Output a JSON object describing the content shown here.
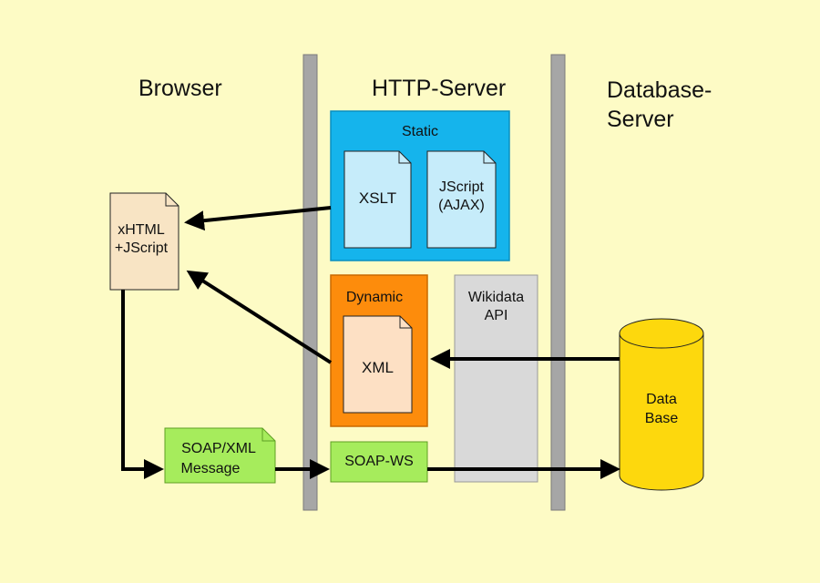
{
  "columns": {
    "browser": "Browser",
    "http_server": "HTTP-Server",
    "database_server_line1": "Database-",
    "database_server_line2": "Server"
  },
  "static_box": {
    "title": "Static",
    "xslt": "XSLT",
    "jscript_line1": "JScript",
    "jscript_line2": "(AJAX)"
  },
  "dynamic_box": {
    "title": "Dynamic",
    "xml": "XML"
  },
  "wikidata": {
    "line1": "Wikidata",
    "line2": "API"
  },
  "browser_doc": {
    "line1": "xHTML",
    "line2": "+JScript"
  },
  "soap_message": {
    "line1": "SOAP/XML",
    "line2": "Message"
  },
  "soap_ws": "SOAP-WS",
  "database": {
    "line1": "Data",
    "line2": "Base"
  },
  "colors": {
    "background": "#fdfbc5",
    "divider": "#a6a6a6",
    "static": "#15b4ec",
    "static_doc": "#c6ecfa",
    "dynamic": "#fd8c0c",
    "dynamic_doc": "#fde0c4",
    "wikidata": "#d9d9d9",
    "browser_doc": "#f8e4c4",
    "soap": "#a6ec5c",
    "database": "#fdd80d"
  }
}
